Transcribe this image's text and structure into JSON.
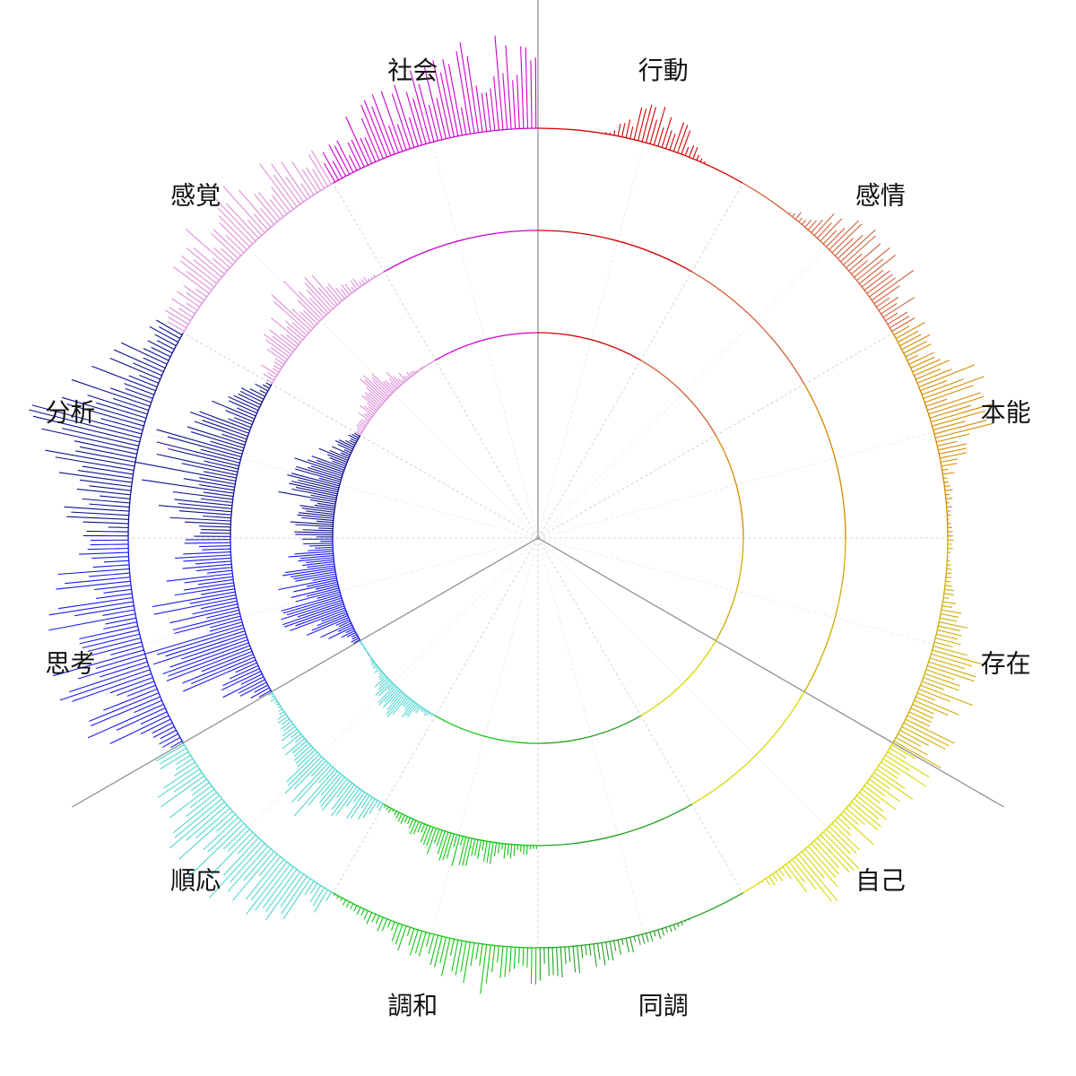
{
  "chart_data": {
    "type": "radial-bar",
    "title": "",
    "grid": true,
    "rings": [
      "outer",
      "middle",
      "inner"
    ],
    "sectors": [
      {
        "label": "行動",
        "color": "#d40000"
      },
      {
        "label": "感情",
        "color": "#d2603a"
      },
      {
        "label": "本能",
        "color": "#d48a00"
      },
      {
        "label": "存在",
        "color": "#ceab00"
      },
      {
        "label": "自己",
        "color": "#d7d700"
      },
      {
        "label": "同調",
        "color": "#1fa31f"
      },
      {
        "label": "調和",
        "color": "#12c712"
      },
      {
        "label": "順応",
        "color": "#4fd6cf"
      },
      {
        "label": "思考",
        "color": "#1a1aee"
      },
      {
        "label": "分析",
        "color": "#101090"
      },
      {
        "label": "感覚",
        "color": "#de8fd8"
      },
      {
        "label": "社会",
        "color": "#d000d0"
      }
    ],
    "ring_profiles": [
      {
        "ring": "outer",
        "values": [
          [
            0.0,
            0.0,
            0.0,
            0.0,
            0.0,
            0.0,
            0.05,
            0.2,
            0.35,
            0.4,
            0.38,
            0.3,
            0.2,
            0.08,
            0.0,
            0.0,
            0.0,
            0.0
          ],
          [
            0.0,
            0.0,
            0.0,
            0.0,
            0.0,
            0.08,
            0.15,
            0.25,
            0.35,
            0.4,
            0.45,
            0.5,
            0.5,
            0.48,
            0.45,
            0.42,
            0.4,
            0.38
          ],
          [
            0.35,
            0.3,
            0.3,
            0.35,
            0.45,
            0.55,
            0.6,
            0.65,
            0.6,
            0.5,
            0.35,
            0.2,
            0.1,
            0.08,
            0.06,
            0.05,
            0.05,
            0.05
          ],
          [
            0.05,
            0.05,
            0.05,
            0.06,
            0.08,
            0.15,
            0.25,
            0.35,
            0.42,
            0.45,
            0.48,
            0.5,
            0.52,
            0.55,
            0.55,
            0.55,
            0.5,
            0.48
          ],
          [
            0.45,
            0.45,
            0.42,
            0.4,
            0.38,
            0.4,
            0.42,
            0.45,
            0.5,
            0.55,
            0.58,
            0.6,
            0.5,
            0.3,
            0.15,
            0.05,
            0.0,
            0.0
          ],
          [
            0.0,
            0.0,
            0.0,
            0.0,
            0.0,
            0.02,
            0.05,
            0.08,
            0.1,
            0.12,
            0.15,
            0.18,
            0.2,
            0.22,
            0.25,
            0.28,
            0.3,
            0.32
          ],
          [
            0.35,
            0.38,
            0.4,
            0.42,
            0.45,
            0.42,
            0.4,
            0.38,
            0.35,
            0.3,
            0.25,
            0.2,
            0.15,
            0.12,
            0.1,
            0.08,
            0.06,
            0.05
          ],
          [
            0.2,
            0.3,
            0.4,
            0.5,
            0.55,
            0.6,
            0.65,
            0.7,
            0.7,
            0.68,
            0.65,
            0.62,
            0.6,
            0.55,
            0.5,
            0.45,
            0.4,
            0.35
          ],
          [
            0.3,
            0.4,
            0.55,
            0.7,
            0.8,
            0.85,
            0.9,
            0.95,
            0.95,
            0.9,
            0.85,
            0.8,
            0.75,
            0.7,
            0.65,
            0.6,
            0.55,
            0.5
          ],
          [
            0.5,
            0.55,
            0.6,
            0.65,
            0.7,
            0.75,
            0.8,
            0.95,
            1.0,
            0.95,
            0.85,
            0.75,
            0.65,
            0.55,
            0.45,
            0.4,
            0.35,
            0.3
          ],
          [
            0.2,
            0.25,
            0.3,
            0.35,
            0.4,
            0.45,
            0.5,
            0.55,
            0.58,
            0.6,
            0.6,
            0.58,
            0.55,
            0.5,
            0.45,
            0.4,
            0.38,
            0.35
          ],
          [
            0.35,
            0.4,
            0.45,
            0.5,
            0.55,
            0.6,
            0.62,
            0.65,
            0.68,
            0.7,
            0.72,
            0.75,
            0.78,
            0.8,
            0.85,
            0.9,
            0.95,
            1.0
          ]
        ]
      },
      {
        "ring": "middle",
        "values": [
          [
            0,
            0,
            0,
            0,
            0,
            0,
            0,
            0,
            0,
            0,
            0,
            0,
            0,
            0,
            0,
            0,
            0,
            0
          ],
          [
            0,
            0,
            0,
            0,
            0,
            0,
            0,
            0,
            0,
            0,
            0,
            0,
            0,
            0,
            0,
            0,
            0,
            0
          ],
          [
            0,
            0,
            0,
            0,
            0,
            0,
            0,
            0,
            0,
            0,
            0,
            0,
            0,
            0,
            0,
            0,
            0,
            0
          ],
          [
            0,
            0,
            0,
            0,
            0,
            0,
            0,
            0,
            0,
            0,
            0,
            0,
            0,
            0,
            0,
            0,
            0,
            0
          ],
          [
            0,
            0,
            0,
            0,
            0,
            0,
            0,
            0,
            0,
            0,
            0,
            0,
            0,
            0,
            0,
            0,
            0,
            0
          ],
          [
            0,
            0,
            0,
            0,
            0,
            0,
            0,
            0,
            0,
            0,
            0,
            0,
            0,
            0,
            0,
            0,
            0,
            0
          ],
          [
            0.05,
            0.08,
            0.12,
            0.15,
            0.18,
            0.2,
            0.22,
            0.25,
            0.28,
            0.3,
            0.28,
            0.25,
            0.2,
            0.15,
            0.1,
            0.08,
            0.05,
            0.04
          ],
          [
            0.1,
            0.2,
            0.3,
            0.4,
            0.5,
            0.55,
            0.6,
            0.55,
            0.5,
            0.45,
            0.35,
            0.25,
            0.2,
            0.15,
            0.1,
            0.08,
            0.06,
            0.05
          ],
          [
            0.2,
            0.3,
            0.45,
            0.6,
            0.75,
            0.85,
            0.9,
            0.95,
            1.0,
            0.95,
            0.9,
            0.85,
            0.8,
            0.75,
            0.7,
            0.65,
            0.6,
            0.55
          ],
          [
            0.5,
            0.55,
            0.6,
            0.7,
            0.8,
            0.9,
            1.0,
            0.95,
            0.9,
            0.85,
            0.75,
            0.65,
            0.55,
            0.45,
            0.35,
            0.25,
            0.2,
            0.15
          ],
          [
            0.15,
            0.2,
            0.25,
            0.3,
            0.35,
            0.4,
            0.45,
            0.5,
            0.55,
            0.5,
            0.45,
            0.35,
            0.25,
            0.15,
            0.1,
            0.05,
            0.02,
            0.0
          ],
          [
            0,
            0,
            0,
            0,
            0,
            0,
            0,
            0,
            0,
            0,
            0,
            0,
            0,
            0,
            0,
            0,
            0,
            0
          ]
        ]
      },
      {
        "ring": "inner",
        "values": [
          [
            0,
            0,
            0,
            0,
            0,
            0,
            0,
            0,
            0,
            0,
            0,
            0,
            0,
            0,
            0,
            0,
            0,
            0
          ],
          [
            0,
            0,
            0,
            0,
            0,
            0,
            0,
            0,
            0,
            0,
            0,
            0,
            0,
            0,
            0,
            0,
            0,
            0
          ],
          [
            0,
            0,
            0,
            0,
            0,
            0,
            0,
            0,
            0,
            0,
            0,
            0,
            0,
            0,
            0,
            0,
            0,
            0
          ],
          [
            0,
            0,
            0,
            0,
            0,
            0,
            0,
            0,
            0,
            0,
            0,
            0,
            0,
            0,
            0,
            0,
            0,
            0
          ],
          [
            0,
            0,
            0,
            0,
            0,
            0,
            0,
            0,
            0,
            0,
            0,
            0,
            0,
            0,
            0,
            0,
            0,
            0
          ],
          [
            0,
            0,
            0,
            0,
            0,
            0,
            0,
            0,
            0,
            0,
            0,
            0,
            0,
            0,
            0,
            0,
            0,
            0
          ],
          [
            0,
            0,
            0,
            0,
            0,
            0,
            0,
            0,
            0,
            0,
            0,
            0,
            0,
            0,
            0,
            0,
            0,
            0
          ],
          [
            0.02,
            0.05,
            0.1,
            0.18,
            0.25,
            0.32,
            0.38,
            0.4,
            0.38,
            0.3,
            0.2,
            0.12,
            0.08,
            0.05,
            0.04,
            0.03,
            0.02,
            0.02
          ],
          [
            0.1,
            0.2,
            0.3,
            0.45,
            0.6,
            0.7,
            0.8,
            0.85,
            0.9,
            0.85,
            0.8,
            0.75,
            0.7,
            0.65,
            0.6,
            0.55,
            0.5,
            0.45
          ],
          [
            0.45,
            0.5,
            0.55,
            0.6,
            0.65,
            0.7,
            0.75,
            0.8,
            0.82,
            0.78,
            0.7,
            0.6,
            0.5,
            0.4,
            0.3,
            0.22,
            0.15,
            0.1
          ],
          [
            0.1,
            0.12,
            0.15,
            0.18,
            0.22,
            0.3,
            0.4,
            0.5,
            0.45,
            0.35,
            0.25,
            0.15,
            0.1,
            0.05,
            0.03,
            0.02,
            0.0,
            0.0
          ],
          [
            0,
            0,
            0,
            0,
            0,
            0,
            0,
            0,
            0,
            0,
            0,
            0,
            0,
            0,
            0,
            0,
            0,
            0
          ]
        ]
      }
    ]
  }
}
